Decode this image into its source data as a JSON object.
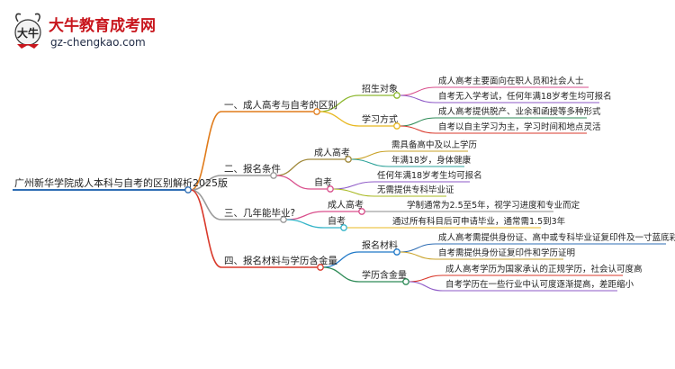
{
  "logo": {
    "brand_cn": "大牛教育成考网",
    "domain": "gz-chengkao.com",
    "mascot_text": "大牛",
    "colors": {
      "brand": "#c8161d",
      "domain": "#1f2a44"
    }
  },
  "root": {
    "label": "广州新华学院成人本科与自考的区别解析2025版",
    "color": "#2e6db4"
  },
  "branches": [
    {
      "label": "一、成人高考与自考的区别",
      "color": "#e07b1a",
      "children": [
        {
          "label": "招生对象",
          "color": "#8db830",
          "leaves": [
            {
              "label": "成人高考主要面向在职人员和社会人士",
              "color": "#d94f8c"
            },
            {
              "label": "自考无入学考试，任何年满18岁考生均可报名",
              "color": "#8e5ac7"
            }
          ]
        },
        {
          "label": "学习方式",
          "color": "#e8b820",
          "leaves": [
            {
              "label": "成人高考提供脱产、业余和函授等多种形式",
              "color": "#2e8b57"
            },
            {
              "label": "自考以自主学习为主，学习时间和地点灵活",
              "color": "#d9392b"
            }
          ]
        }
      ]
    },
    {
      "label": "二、报名条件",
      "color": "#9a9a9a",
      "children": [
        {
          "label": "成人高考",
          "color": "#a0893a",
          "leaves": [
            {
              "label": "需具备高中及以上学历",
              "color": "#c9a227"
            },
            {
              "label": "年满18岁，身体健康",
              "color": "#2aa198"
            }
          ]
        },
        {
          "label": "自考",
          "color": "#d94f8c",
          "leaves": [
            {
              "label": "任何年满18岁考生均可报名",
              "color": "#8e5ac7"
            },
            {
              "label": "无需提供专科毕业证",
              "color": "#a8b820"
            }
          ]
        }
      ]
    },
    {
      "label": "三、几年能毕业?",
      "color": "#9a9a9a",
      "children": [
        {
          "label": "成人高考",
          "color": "#d94f8c",
          "leaves": [
            {
              "label": "学制通常为2.5至5年，视学习进度和专业而定",
              "color": "#8a8a8a"
            }
          ]
        },
        {
          "label": "自考",
          "color": "#34b4c8",
          "leaves": [
            {
              "label": "通过所有科目后可申请毕业，通常需1.5到3年",
              "color": "#e8b820"
            }
          ]
        }
      ]
    },
    {
      "label": "四、报名材料与学历含金量",
      "color": "#d9392b",
      "children": [
        {
          "label": "报名材料",
          "color": "#1f78c8",
          "leaves": [
            {
              "label": "成人高考需提供身份证、高中或专科毕业证复印件及一寸蓝底彩照",
              "color": "#2e6db4"
            },
            {
              "label": "自考需提供身份证复印件和学历证明",
              "color": "#c9a227"
            }
          ]
        },
        {
          "label": "学历含金量",
          "color": "#2e8b57",
          "leaves": [
            {
              "label": "成人高考学历为国家承认的正规学历，社会认可度高",
              "color": "#d9392b"
            },
            {
              "label": "自考学历在一些行业中认可度逐渐提高，差距缩小",
              "color": "#8e5ac7"
            }
          ]
        }
      ]
    }
  ]
}
